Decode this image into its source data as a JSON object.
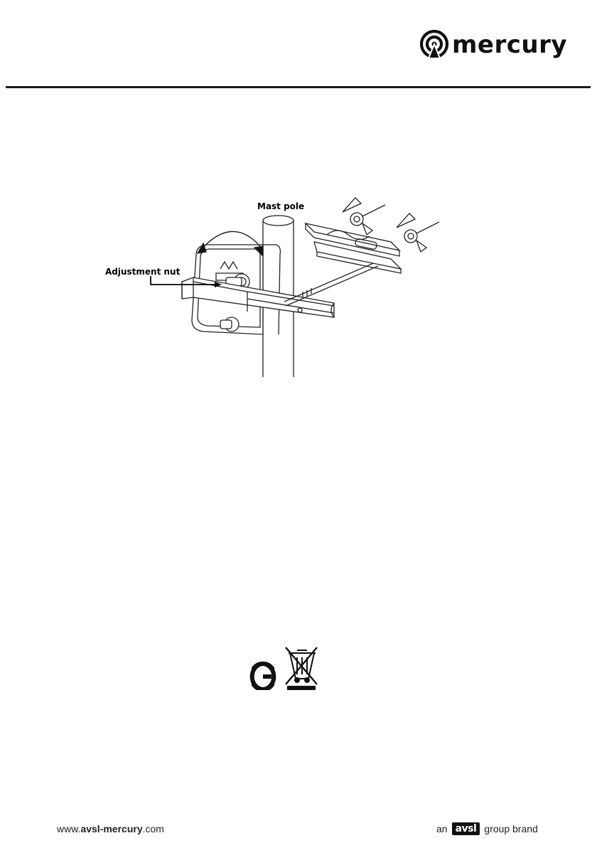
{
  "header": {
    "logo_text": "mercury",
    "logo_icon": "signal-broadcast-icon"
  },
  "diagram": {
    "labels": {
      "mast_pole": "Mast pole",
      "adjustment_nut": "Adjustment nut"
    }
  },
  "compliance": {
    "marks": [
      "ce-mark-icon",
      "weee-crossed-bin-icon"
    ]
  },
  "footer": {
    "url_prefix": "www.",
    "url_bold": "avsl-mercury",
    "url_suffix": ".com",
    "brand_prefix": "an",
    "brand_logo": "avsl",
    "brand_suffix": "group brand"
  },
  "colors": {
    "ink": "#111111",
    "background": "#ffffff"
  }
}
